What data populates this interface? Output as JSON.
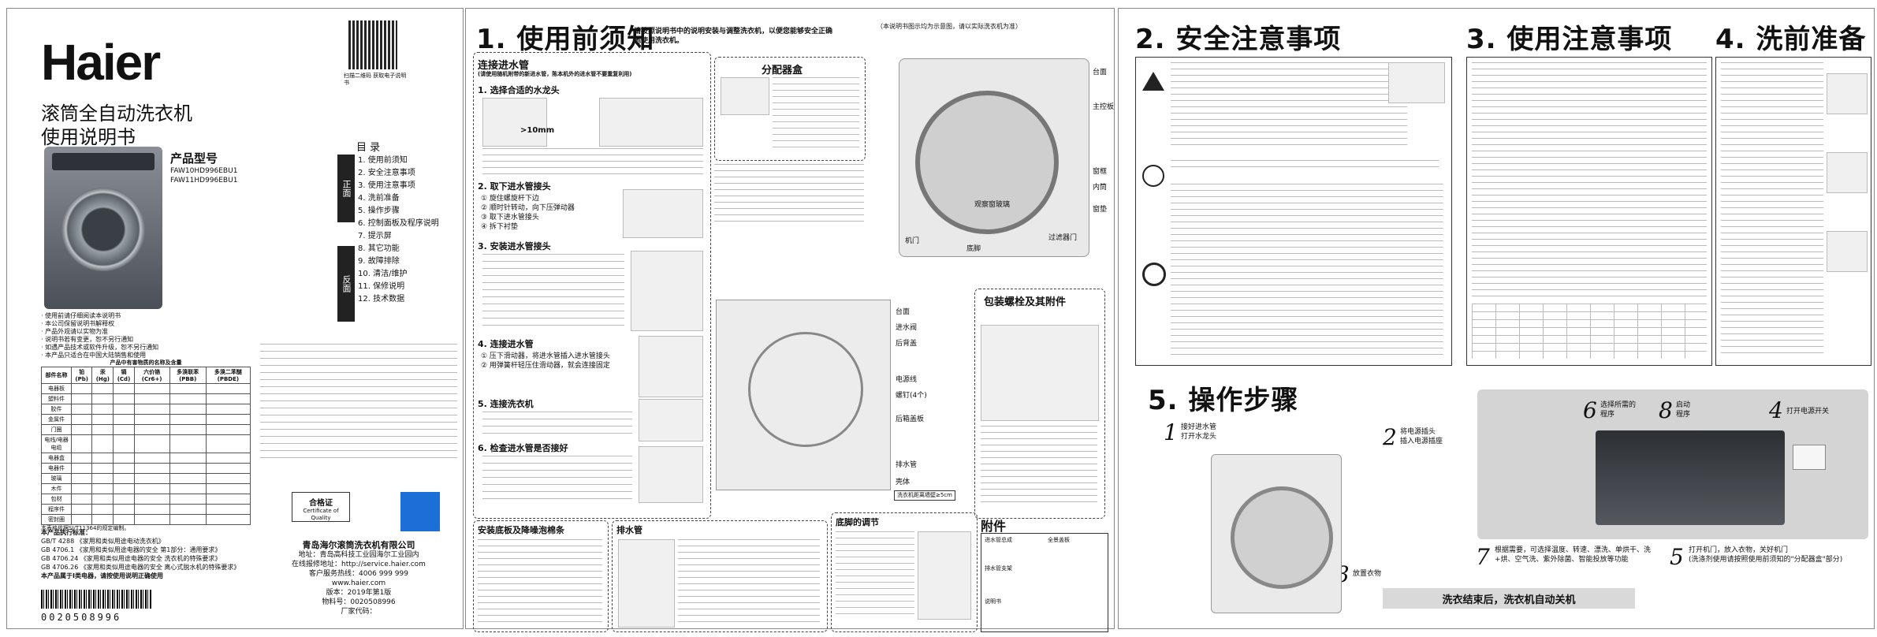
{
  "cover": {
    "brand": "Haier",
    "product_title": "滚筒全自动洗衣机",
    "manual_title": "使用说明书",
    "model_label": "产品型号",
    "models": [
      "FAW10HD996EBU1",
      "FAW11HD996EBU1"
    ],
    "qr_caption": "扫描二维码  获取电子说明书",
    "notes": [
      "· 使用前请仔细阅读本说明书",
      "· 本公司保留说明书解释权",
      "· 产品外观请以实物为准",
      "· 说明书若有变更，恕不另行通知",
      "· 如遇产品技术或软件升级，恕不另行通知",
      "· 本产品只适合在中国大陆销售和使用"
    ],
    "toc_title": "目  录",
    "toc_front_label": "正面",
    "toc_back_label": "反面",
    "toc_items": [
      "1. 使用前须知",
      "2. 安全注意事项",
      "3. 使用注意事项",
      "4. 洗前准备",
      "5. 操作步骤",
      "6. 控制面板及程序说明",
      "7. 提示屏",
      "8. 其它功能",
      "9. 故障排除",
      "10. 清洁/维护",
      "11. 保修说明",
      "12. 技术数据"
    ],
    "hazard_table_title": "产品中有害物质的名称及含量",
    "hazard_headers": [
      "部件名称",
      "铅(Pb)",
      "汞(Hg)",
      "镉(Cd)",
      "六价铬(Cr6+)",
      "多溴联苯(PBB)",
      "多溴二苯醚(PBDE)"
    ],
    "hazard_rows": [
      "电器板",
      "塑料件",
      "胶件",
      "金属件",
      "门圈",
      "电线/电器电缆",
      "电器盒",
      "电器件",
      "玻璃",
      "木件",
      "包材",
      "程序件",
      "密封圈"
    ],
    "hazard_note": "本表格依据SJ/T11364的规定编制。",
    "standards_title": "本产品执行标准：",
    "standards": [
      "GB/T 4288  《家用和类似用途电动洗衣机》",
      "GB 4706.1  《家用和类似用途电器的安全 第1部分：通用要求》",
      "GB 4706.24  《家用和类似用途电器的安全 洗衣机的特殊要求》",
      "GB 4706.26  《家用和类似用途电器的安全 离心式脱水机的特殊要求》"
    ],
    "warning": "本产品属于Ⅰ类电器，请按使用说明正确使用",
    "cert_title": "合格证",
    "cert_sub": "Certificate of Quality",
    "company": "青岛海尔滚筒洗衣机有限公司",
    "address": "地址：青岛高科技工业园海尔工业园内",
    "website_label": "在线报修地址：http://service.haier.com",
    "hotline": "客户服务热线：4006 999 999",
    "web": "www.haier.com",
    "version": "版本：2019年第1版",
    "part_no": "物料号：0020508996",
    "barcode_num": "0020508996",
    "factory": "厂家代码："
  },
  "p1": {
    "title": "1. 使用前须知",
    "subtitle": "请按照说明书中的说明安装与调整洗衣机，以便您能够安全正确地使用洗衣机。",
    "note_right": "（本说明书图示均为示意图，请以实际洗衣机为准）",
    "connect_title": "连接进水管",
    "connect_sub": "(请使用随机附带的新进水管，陈本机外的进水管不要重复利用)",
    "s1": "1. 选择合适的水龙头",
    "s1_size": ">10mm",
    "s2": "2. 取下进水管接头",
    "s2_steps": [
      "① 旋住螺旋杆下边",
      "② 顺时针转动，向下压弹动器",
      "③ 取下进水管接头",
      "④ 拆下衬垫"
    ],
    "s3": "3. 安装进水管接头",
    "s4": "4. 连接进水管",
    "s4_steps": [
      "① 压下滑动器，将进水管插入进水管接头",
      "② 用弹簧杆轻压住滑动器，就会连接固定"
    ],
    "s5": "5. 连接洗衣机",
    "s6": "6. 检查进水管是否接好",
    "valve_title": "分配器盒",
    "drain_title": "排水管",
    "bracket_title": "安装底板及降噪泡棉条",
    "feet_title": "底脚的调节",
    "packing_title": "包装螺栓及其附件",
    "accessories_title": "附件",
    "acc_items": [
      "进水管总成",
      "排水管支架",
      "全景盖板",
      "说明书"
    ],
    "labels_front": [
      "台面",
      "主控板",
      "观察窗玻璃",
      "机门",
      "底脚",
      "过滤器门",
      "内筒",
      "窗垫",
      "窗框"
    ],
    "labels_back": [
      "台面",
      "进水阀",
      "后背盖",
      "电源线",
      "螺钉(4个)",
      "排水管",
      "壳体",
      "后箱盖板",
      "洗衣机距离墙壁≥5cm"
    ]
  },
  "p2": {
    "title": "2. 安全注意事项"
  },
  "p3": {
    "title": "3. 使用注意事项"
  },
  "p4": {
    "title": "4. 洗前准备"
  },
  "p5": {
    "title": "5. 操作步骤",
    "steps": [
      {
        "n": "1",
        "text": "接好进水管\n打开水龙头"
      },
      {
        "n": "2",
        "text": "将电源插头\n插入电源插座"
      },
      {
        "n": "3",
        "text": "放置衣物"
      },
      {
        "n": "4",
        "text": "打开电源开关"
      },
      {
        "n": "5",
        "text": "打开机门，放入衣物，关好机门\n(洗涤剂使用请按照使用前须知的\"分配器盒\"部分)"
      },
      {
        "n": "6",
        "text": "选择所需的\n程序"
      },
      {
        "n": "7",
        "text": "根据需要，可选择温度、转速、漂洗、单烘干、洗+烘、空气洗、紫外除菌、智能投放等功能"
      },
      {
        "n": "8",
        "text": "启动\n程序"
      }
    ],
    "finish_banner": "洗衣结束后，洗衣机自动关机"
  }
}
